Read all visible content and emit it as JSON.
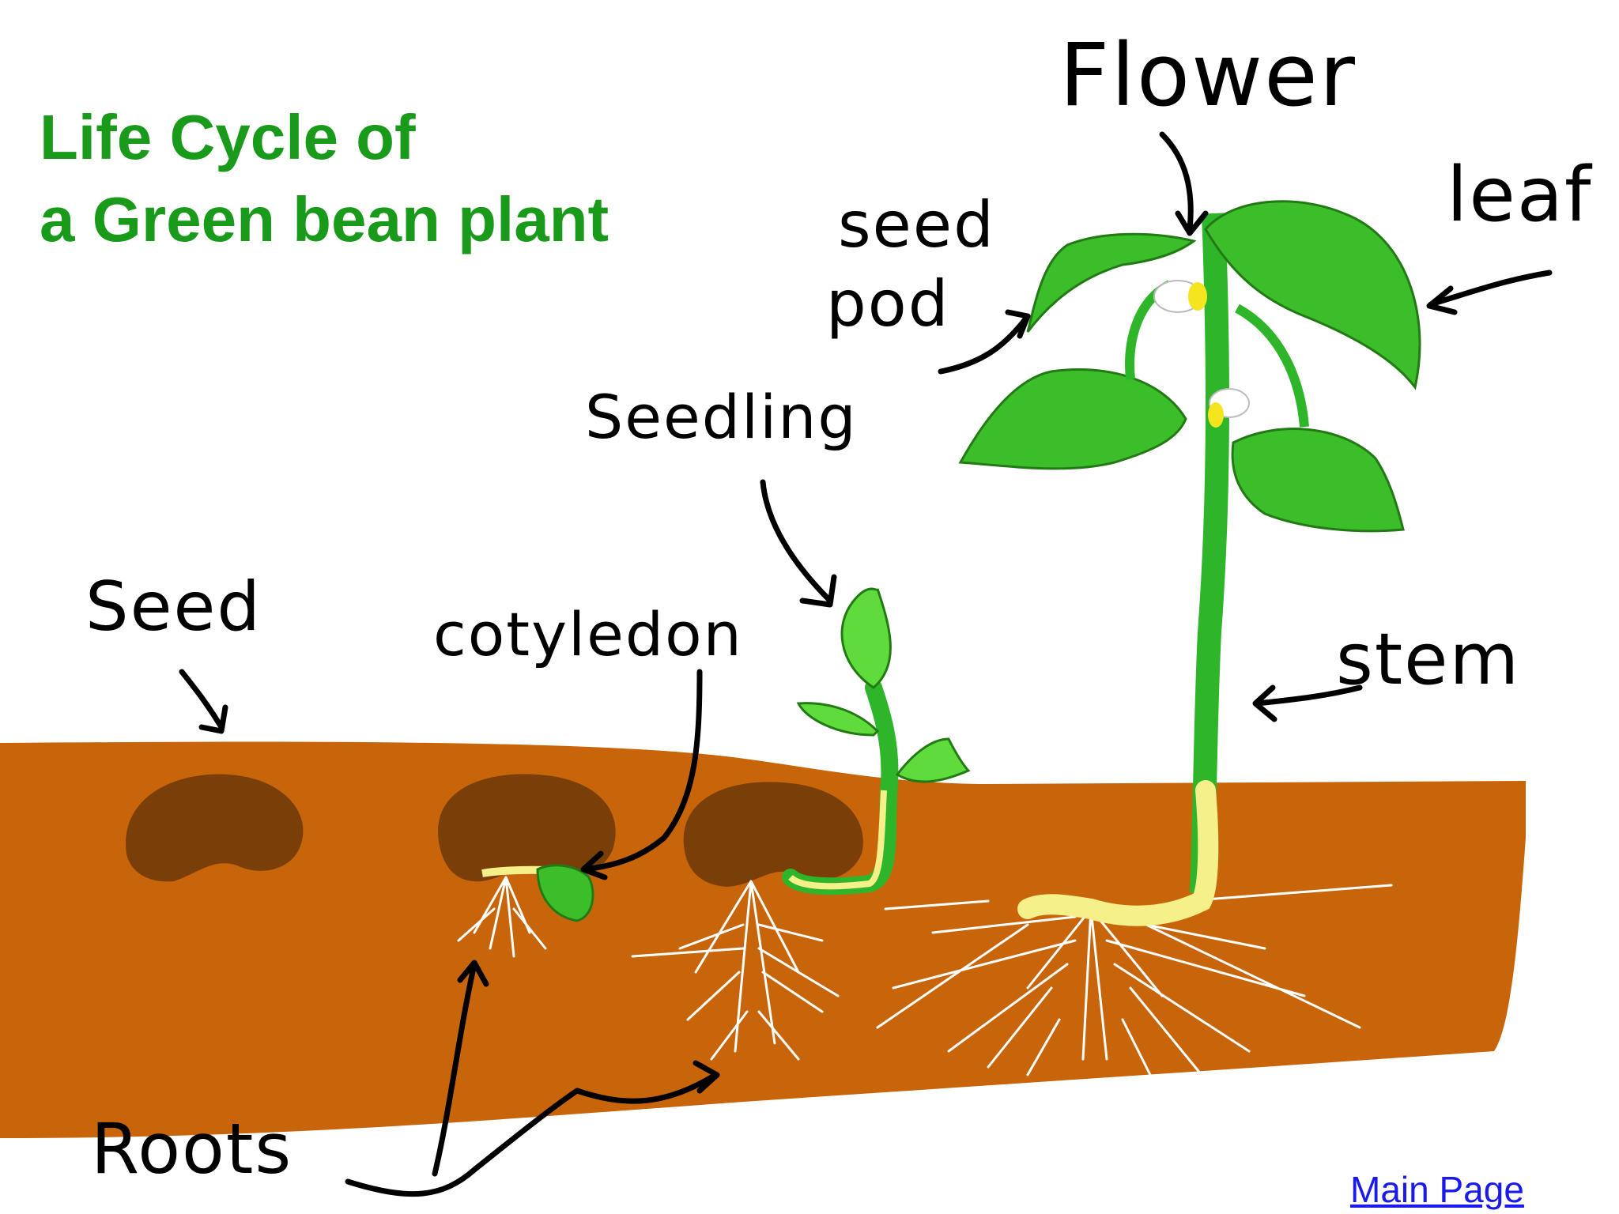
{
  "title": {
    "line1": "Life Cycle of",
    "line2": "a Green bean plant"
  },
  "labels": {
    "flower": "Flower",
    "leaf": "leaf",
    "seed_pod_line1": "seed",
    "seed_pod_line2": "pod",
    "seedling": "Seedling",
    "seed": "Seed",
    "cotyledon": "cotyledon",
    "stem": "stem",
    "roots": "Roots"
  },
  "navigation": {
    "main_page": "Main Page"
  },
  "colors": {
    "soil": "#c8650b",
    "seed": "#7a3f08",
    "leaf": "#3cbd2a",
    "leaf_light": "#5fdc3c",
    "stem": "#2fb52a",
    "stem_base": "#f5f08a",
    "root": "#ffffff",
    "flower_center": "#f5e51f",
    "title": "#1a9a1a",
    "link": "#1a1aee"
  }
}
